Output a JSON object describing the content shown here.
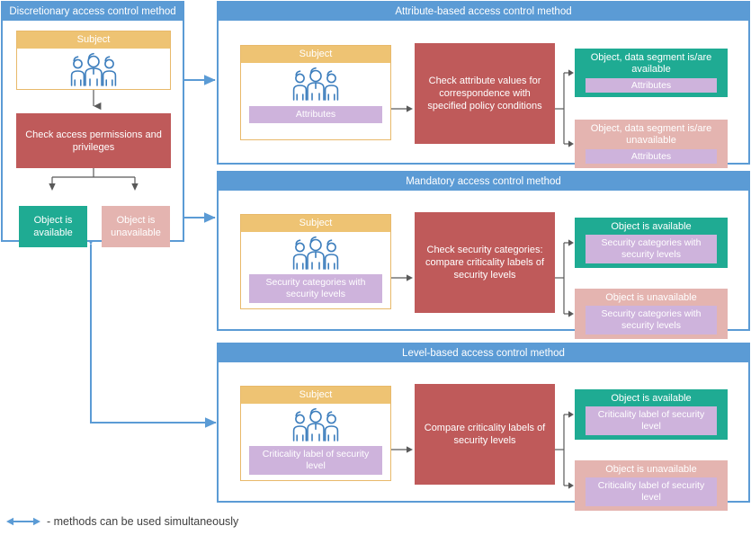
{
  "colors": {
    "panel_border": "#5b9bd5",
    "panel_title_bg": "#5b9bd5",
    "subject_head": "#eec373",
    "subject_border": "#e8b96a",
    "process": "#bf5a5a",
    "available": "#1fab93",
    "unavailable": "#e4b4b0",
    "chip": "#ceb3dc",
    "connector": "#5b9bd5",
    "arrow": "#595959"
  },
  "icons": {
    "people": "people-group-icon",
    "arrow_right": "arrow-right-icon",
    "double_arrow": "double-headed-arrow-icon"
  },
  "discretionary": {
    "title": "Discretionary access control method",
    "subject": {
      "label": "Subject"
    },
    "process": "Check access permissions and privileges",
    "outcome_available": "Object is available",
    "outcome_unavailable": "Object is unavailable"
  },
  "attribute_based": {
    "title": "Attribute-based access control method",
    "subject": {
      "label": "Subject",
      "chip": "Attributes"
    },
    "process": "Check attribute values for correspondence with specified policy conditions",
    "outcome_available": {
      "title": "Object, data segment is/are available",
      "chip": "Attributes"
    },
    "outcome_unavailable": {
      "title": "Object, data segment is/are unavailable",
      "chip": "Attributes"
    }
  },
  "mandatory": {
    "title": "Mandatory access control method",
    "subject": {
      "label": "Subject",
      "chip": "Security categories with security levels"
    },
    "process": "Check security categories: compare criticality labels of security levels",
    "outcome_available": {
      "title": "Object is available",
      "chip": "Security categories with security levels"
    },
    "outcome_unavailable": {
      "title": "Object is unavailable",
      "chip": "Security categories with security levels"
    }
  },
  "level_based": {
    "title": "Level-based access control method",
    "subject": {
      "label": "Subject",
      "chip": "Criticality label of security level"
    },
    "process": "Compare criticality labels of security levels",
    "outcome_available": {
      "title": "Object is available",
      "chip": "Criticality label of security level"
    },
    "outcome_unavailable": {
      "title": "Object is unavailable",
      "chip": "Criticality label of security level"
    }
  },
  "legend": {
    "text": "- methods can be used simultaneously"
  }
}
